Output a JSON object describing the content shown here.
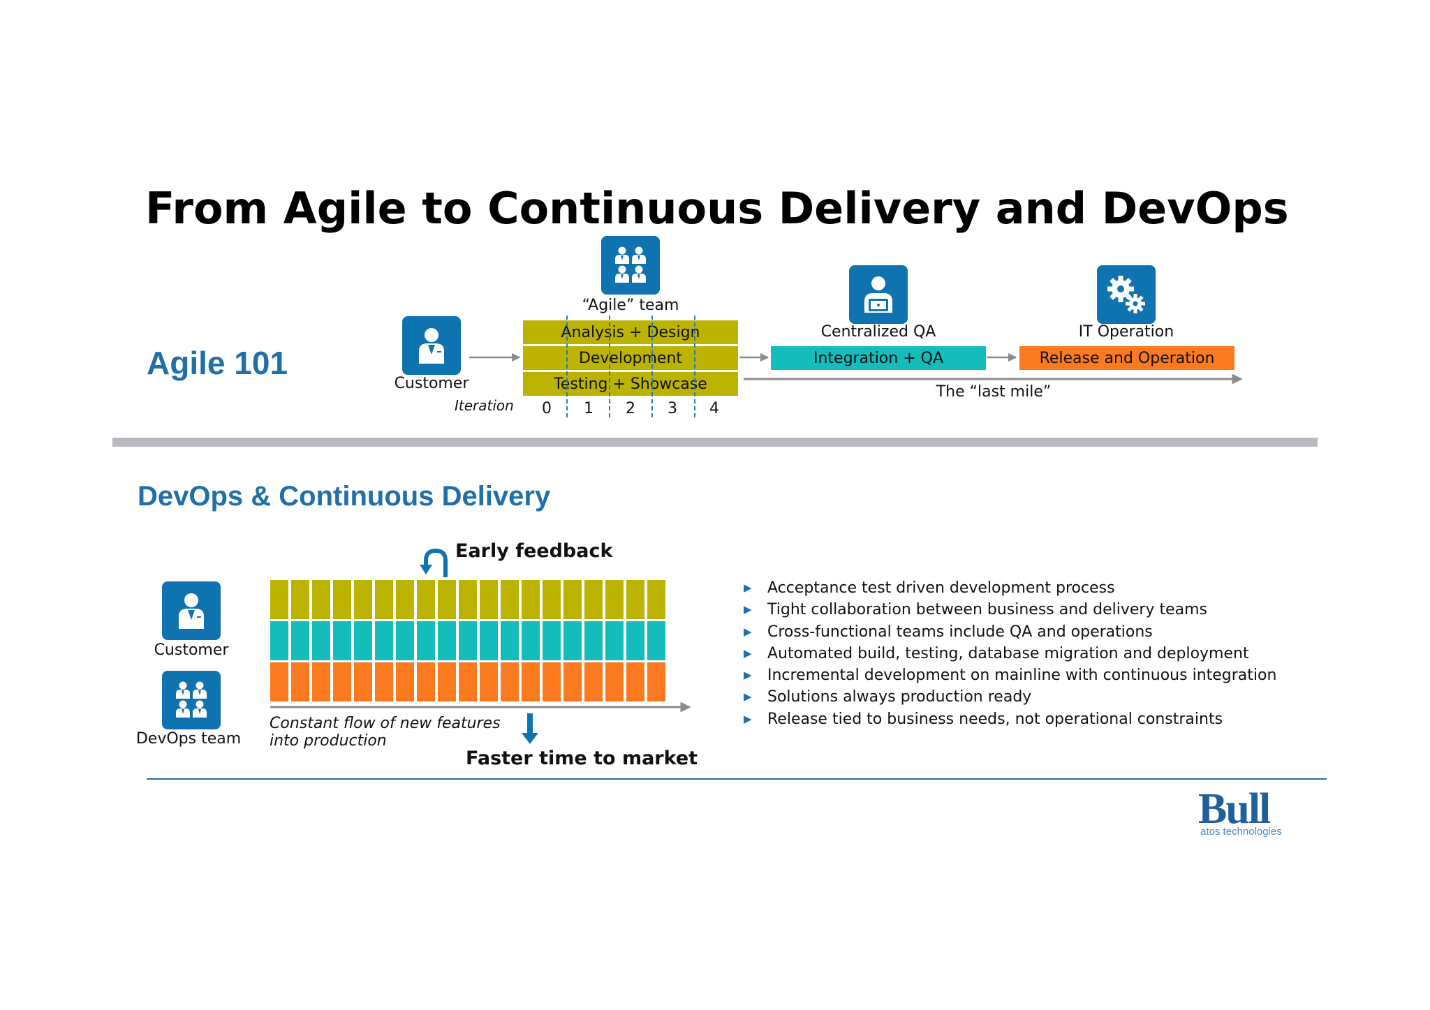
{
  "title": "From Agile to Continuous Delivery and DevOps",
  "agile": {
    "section_title": "Agile 101",
    "customer_label": "Customer",
    "team_label": "“Agile” team",
    "phases": [
      "Analysis + Design",
      "Development",
      "Testing + Showcase"
    ],
    "iteration_label": "Iteration",
    "iterations": [
      "0",
      "1",
      "2",
      "3",
      "4"
    ],
    "qa_label": "Centralized QA",
    "qa_box": "Integration + QA",
    "it_label": "IT Operation",
    "it_box": "Release and Operation",
    "last_mile": "The “last mile”"
  },
  "devops": {
    "section_title": "DevOps & Continuous Delivery",
    "customer_label": "Customer",
    "team_label": "DevOps team",
    "early_feedback": "Early feedback",
    "flow_label_line1": "Constant flow of new features",
    "flow_label_line2": "into production",
    "faster": "Faster time to market",
    "bullets": [
      "Acceptance test driven development process",
      "Tight collaboration between business and delivery teams",
      "Cross-functional teams include QA and operations",
      "Automated build, testing, database migration and deployment",
      "Incremental development on mainline with continuous integration",
      "Solutions always production ready",
      "Release tied to business needs, not operational constraints"
    ]
  },
  "logo": {
    "name": "Bull",
    "tagline": "atos technologies"
  },
  "colors": {
    "blue": "#1f6fa8",
    "icon_blue": "#0f73b0",
    "olive": "#bcb200",
    "teal": "#14bcbc",
    "orange": "#fb7a20",
    "divider": "#b9b9bf"
  },
  "icons": [
    "customer-icon",
    "team-icon",
    "qa-icon",
    "gears-icon",
    "feedback-loop-icon",
    "down-arrow-icon"
  ]
}
